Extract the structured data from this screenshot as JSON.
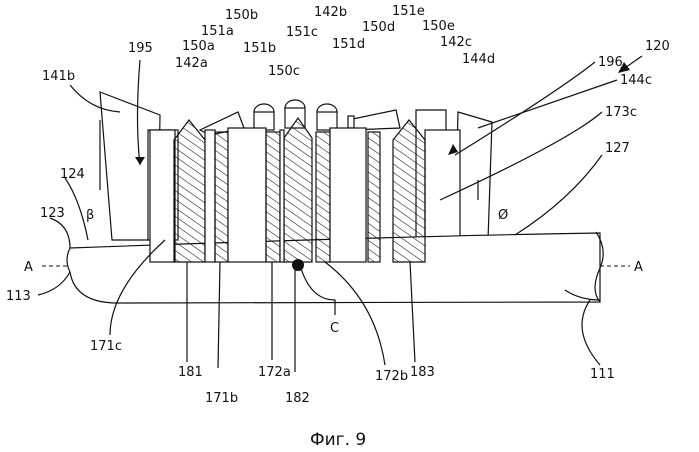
{
  "figure": {
    "caption": "Фиг. 9",
    "labels": {
      "l120": "120",
      "l141b": "141b",
      "l195": "195",
      "l150a": "150a",
      "l151a": "151a",
      "l150b": "150b",
      "l151b": "151b",
      "l151c": "151c",
      "l150c": "150c",
      "l142b": "142b",
      "l150d": "150d",
      "l151d": "151d",
      "l151e": "151e",
      "l150e": "150e",
      "l142c": "142c",
      "l144d": "144d",
      "l196": "196",
      "l144c": "144c",
      "l142a": "142a",
      "l173c": "173c",
      "l127": "127",
      "l124": "124",
      "l123": "123",
      "lA1": "A",
      "lA2": "A",
      "lbeta": "β",
      "lphi": "Ø",
      "l113": "113",
      "l171c": "171c",
      "l181": "181",
      "l171b": "171b",
      "l172a": "172a",
      "l182": "182",
      "lC": "C",
      "l172b": "172b",
      "l183": "183",
      "l111": "111"
    }
  }
}
